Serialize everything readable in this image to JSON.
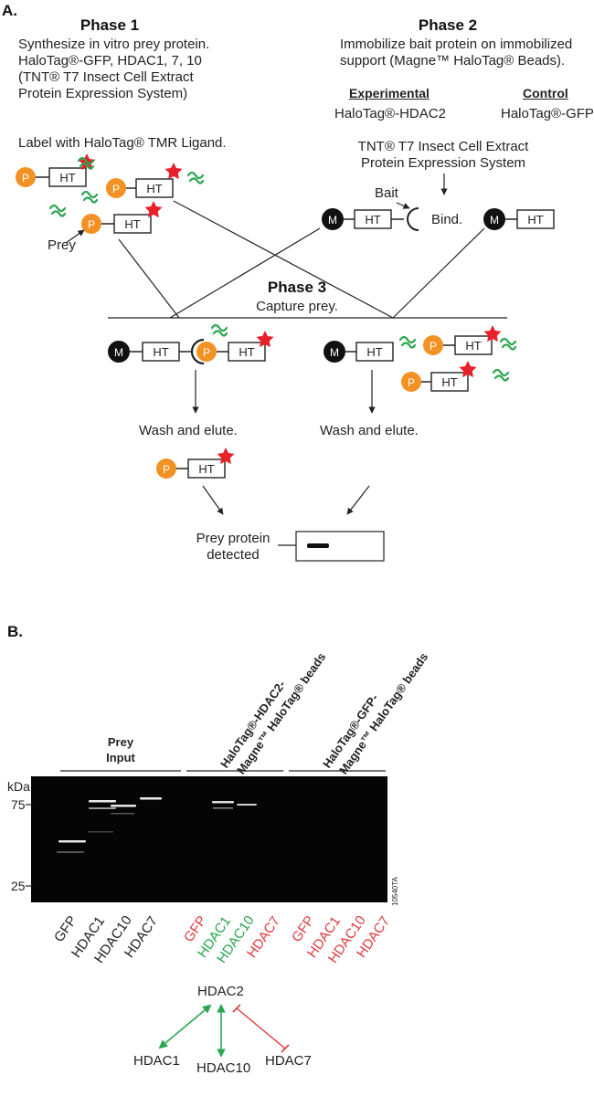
{
  "sectionA": "A.",
  "sectionB": "B.",
  "phase1": {
    "title": "Phase 1",
    "desc": [
      "Synthesize in vitro prey protein.",
      "HaloTag®-GFP, HDAC1, 7, 10",
      "(TNT® T7 Insect Cell Extract",
      "Protein Expression System)"
    ],
    "label_step": "Label with HaloTag® TMR Ligand.",
    "prey_label": "Prey"
  },
  "phase2": {
    "title": "Phase 2",
    "desc": [
      "Immobilize bait protein on immobilized",
      "support (Magne™ HaloTag® Beads)."
    ],
    "experimental_header": "Experimental",
    "experimental_text": "HaloTag®-HDAC2",
    "control_header": "Control",
    "control_text": "HaloTag®-GFP",
    "system_text": [
      "TNT® T7 Insect Cell Extract",
      "Protein Expression System"
    ],
    "bait_label": "Bait",
    "bind_label": "Bind."
  },
  "phase3": {
    "title": "Phase 3",
    "subtitle": "Capture prey.",
    "wash_left": "Wash and elute.",
    "wash_right": "Wash and elute.",
    "detected": [
      "Prey protein",
      "detected"
    ]
  },
  "glyphs": {
    "ht": "HT",
    "p": "P",
    "m": "M"
  },
  "gel": {
    "group_prey": [
      "Prey",
      "Input"
    ],
    "group_hdac2": [
      "HaloTag®-HDAC2-",
      "Magne™ HaloTag® beads"
    ],
    "group_gfp": [
      "HaloTag®-GFP-",
      "Magne™ HaloTag® beads"
    ],
    "kda": "kDa",
    "marker_75": "75",
    "marker_25": "25",
    "catalog": "10540TA",
    "lanes": [
      {
        "label": "GFP",
        "color": "#222222"
      },
      {
        "label": "HDAC1",
        "color": "#222222"
      },
      {
        "label": "HDAC10",
        "color": "#222222"
      },
      {
        "label": "HDAC7",
        "color": "#222222"
      },
      {
        "label": "GFP",
        "color": "#e0393e"
      },
      {
        "label": "HDAC1",
        "color": "#2aa64e"
      },
      {
        "label": "HDAC10",
        "color": "#2aa64e"
      },
      {
        "label": "HDAC7",
        "color": "#e0393e"
      },
      {
        "label": "GFP",
        "color": "#e0393e"
      },
      {
        "label": "HDAC1",
        "color": "#e0393e"
      },
      {
        "label": "HDAC10",
        "color": "#e0393e"
      },
      {
        "label": "HDAC7",
        "color": "#e0393e"
      }
    ]
  },
  "network": {
    "center": "HDAC2",
    "n1": "HDAC1",
    "n10": "HDAC10",
    "n7": "HDAC7"
  },
  "colors": {
    "orange": "#f39224",
    "red_star": "#e8202a",
    "green": "#2aa64e",
    "negative": "#e0393e",
    "bead": "#111111"
  }
}
